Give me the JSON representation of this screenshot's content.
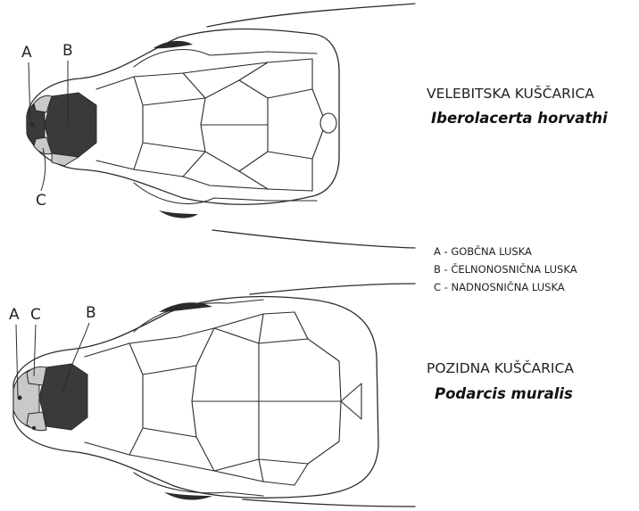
{
  "species": [
    {
      "common_name": "VELEBITSKA KUŠČARICA",
      "latin_name": "Iberolacerta horvathi",
      "labels": [
        "A",
        "B",
        "C"
      ]
    },
    {
      "common_name": "POZIDNA KUŠČARICA",
      "latin_name": "Podarcis muralis",
      "labels": [
        "A",
        "C",
        "B"
      ]
    }
  ],
  "legend": [
    "A - GOBČNA LUSKA",
    "B - ČELNONOSNIČNA LUSKA",
    "C - NADNOSNIČNA LUSKA"
  ],
  "colors": {
    "line": "#2b2b2b",
    "frontonasal_scale": "#3a3a3a",
    "other_marked_scales": "#c9c9c9"
  }
}
